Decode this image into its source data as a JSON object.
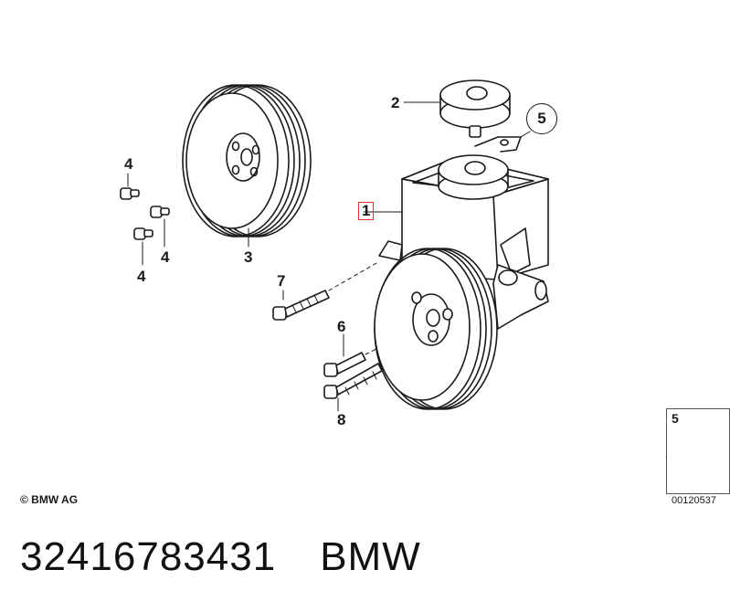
{
  "diagram": {
    "callouts": [
      "1",
      "2",
      "3",
      "4",
      "4",
      "4",
      "4",
      "5",
      "6",
      "7",
      "8"
    ],
    "copyright": "© BMW AG",
    "reference_code": "00120537",
    "inset": {
      "label": "5"
    }
  },
  "footer": {
    "part_number": "32416783431",
    "brand": "BMW"
  },
  "colors": {
    "highlight": "#e03030",
    "line": "#1a1a1a"
  },
  "icons": [
    "pulley",
    "power-steering-pump",
    "reservoir-cap",
    "bolt",
    "clip-nut",
    "arrow"
  ]
}
